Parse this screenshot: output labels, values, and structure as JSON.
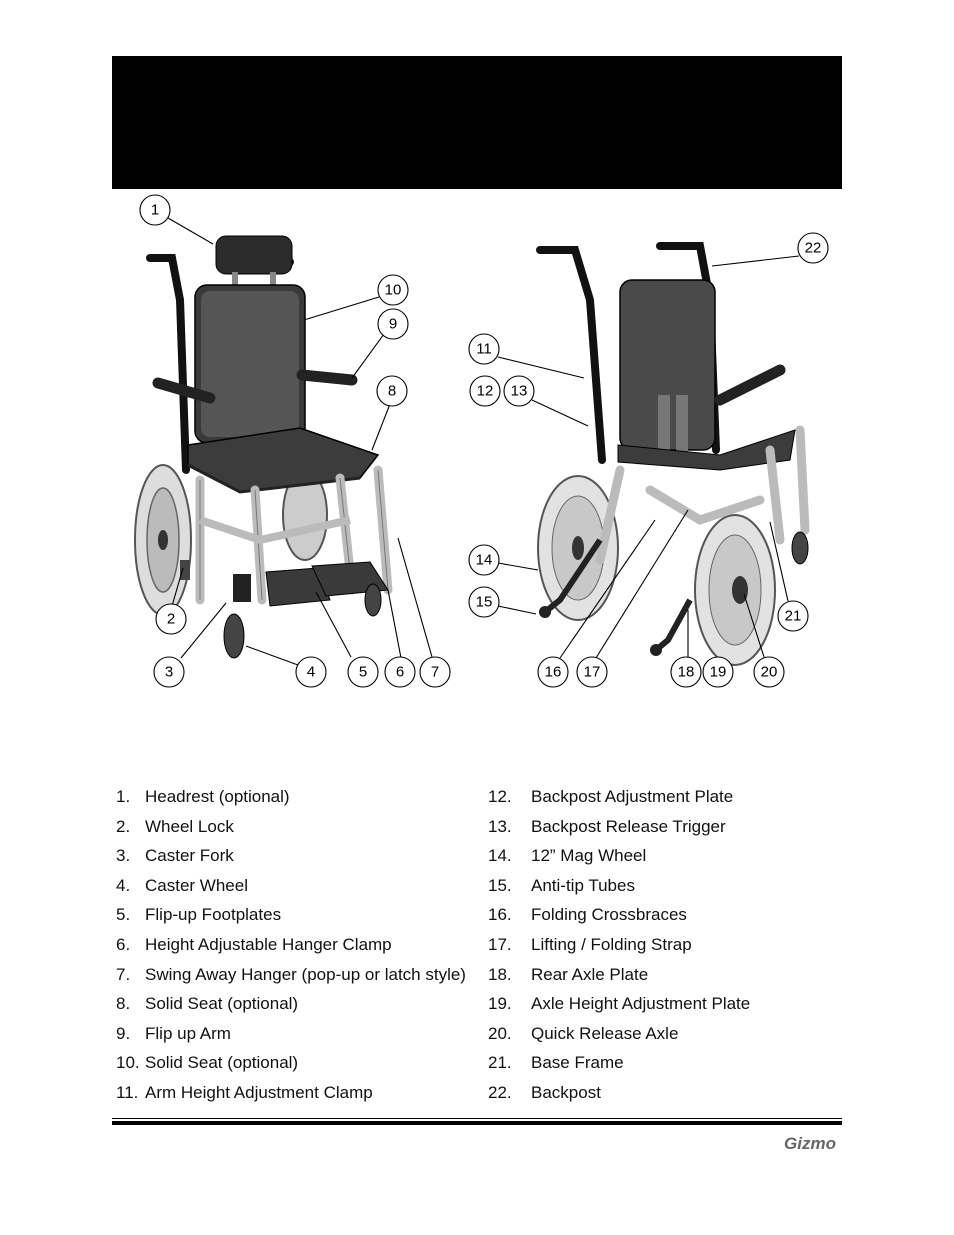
{
  "callouts": [
    "1",
    "2",
    "3",
    "4",
    "5",
    "6",
    "7",
    "8",
    "9",
    "10",
    "11",
    "12",
    "13",
    "14",
    "15",
    "16",
    "17",
    "18",
    "19",
    "20",
    "21",
    "22"
  ],
  "legend_left": [
    {
      "num": "1.",
      "label": "Headrest (optional)"
    },
    {
      "num": "2.",
      "label": "Wheel Lock"
    },
    {
      "num": "3.",
      "label": "Caster Fork"
    },
    {
      "num": "4.",
      "label": "Caster Wheel"
    },
    {
      "num": "5.",
      "label": "Flip-up Footplates"
    },
    {
      "num": "6.",
      "label": "Height Adjustable Hanger Clamp"
    },
    {
      "num": "7.",
      "label": "Swing Away Hanger (pop-up or latch style)"
    },
    {
      "num": "8.",
      "label": "Solid Seat (optional)"
    },
    {
      "num": "9.",
      "label": "Flip up Arm"
    },
    {
      "num": "10.",
      "label": "Solid Seat (optional)"
    },
    {
      "num": "11.",
      "label": "Arm Height Adjustment Clamp"
    }
  ],
  "legend_right": [
    {
      "num": "12.",
      "label": "Backpost Adjustment Plate"
    },
    {
      "num": "13.",
      "label": "Backpost Release Trigger"
    },
    {
      "num": "14.",
      "label": "12” Mag Wheel"
    },
    {
      "num": "15.",
      "label": "Anti-tip Tubes"
    },
    {
      "num": "16.",
      "label": "Folding Crossbraces"
    },
    {
      "num": "17.",
      "label": "Lifting / Folding Strap"
    },
    {
      "num": "18.",
      "label": "Rear Axle Plate"
    },
    {
      "num": "19.",
      "label": "Axle Height Adjustment Plate"
    },
    {
      "num": "20.",
      "label": "Quick Release Axle"
    },
    {
      "num": "21.",
      "label": "Base Frame"
    },
    {
      "num": "22.",
      "label": "Backpost"
    }
  ],
  "footer": {
    "brand": "Gizmo"
  }
}
